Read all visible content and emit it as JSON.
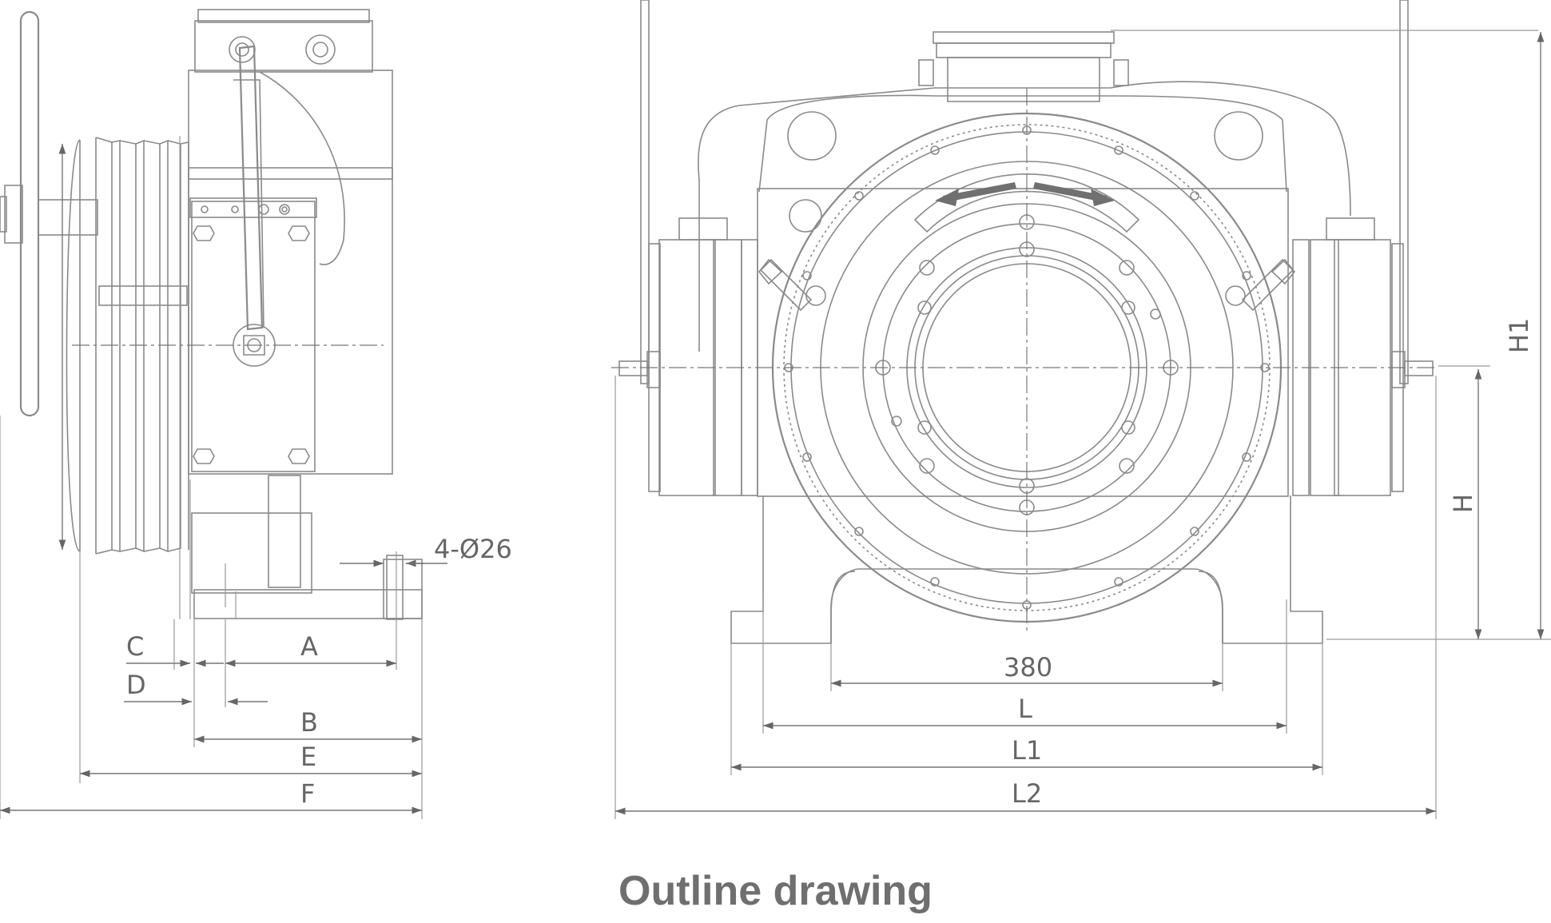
{
  "caption": "Outline drawing",
  "side_view": {
    "hole_note": "4-Ø26",
    "dims": {
      "C": "C",
      "D": "D",
      "A": "A",
      "B": "B",
      "E": "E",
      "F": "F"
    }
  },
  "front_view": {
    "dims": {
      "d380": "380",
      "L": "L",
      "L1": "L1",
      "L2": "L2",
      "H": "H",
      "H1": "H1"
    }
  },
  "colors": {
    "line": "#8a8a8a",
    "arrow": "#707070",
    "caption": "#6f6f6f"
  }
}
